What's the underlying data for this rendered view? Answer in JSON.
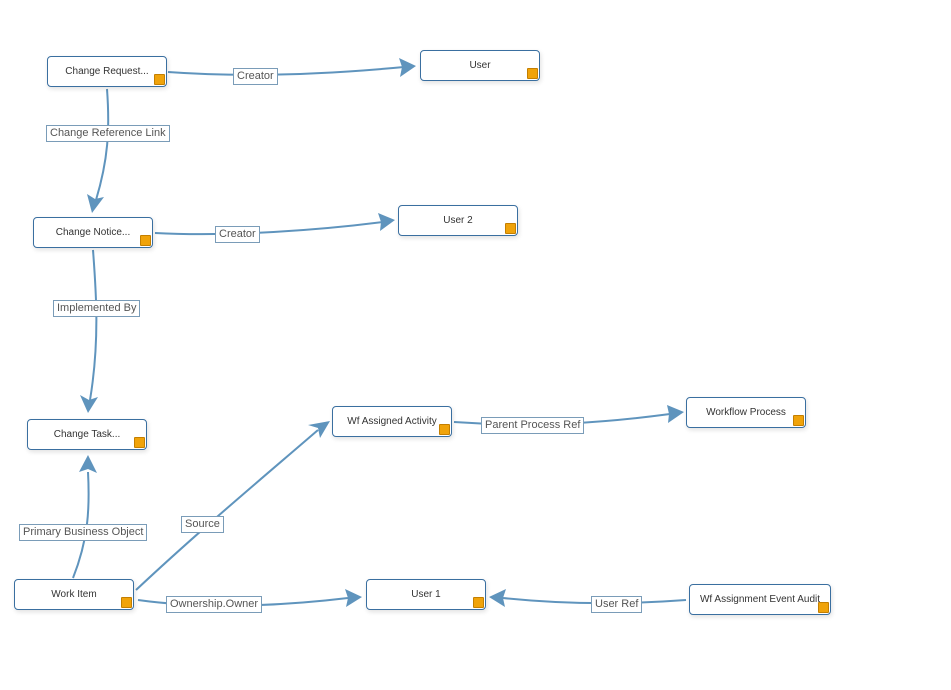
{
  "colors": {
    "edge": "#5f94bd",
    "node_border": "#3a6fa0",
    "marker": "#f0a30a"
  },
  "nodes": {
    "change_request": {
      "label": "Change Request..."
    },
    "user": {
      "label": "User"
    },
    "change_notice": {
      "label": "Change Notice..."
    },
    "user_2": {
      "label": "User 2"
    },
    "change_task": {
      "label": "Change Task..."
    },
    "wf_assigned_activity": {
      "label": "Wf Assigned Activity"
    },
    "workflow_process": {
      "label": "Workflow Process"
    },
    "work_item": {
      "label": "Work Item"
    },
    "user_1": {
      "label": "User 1"
    },
    "wf_assignment_event_audit": {
      "label": "Wf Assignment Event Audit"
    }
  },
  "edges": {
    "creator_1": {
      "label": "Creator"
    },
    "change_reference_link": {
      "label": "Change Reference Link"
    },
    "creator_2": {
      "label": "Creator"
    },
    "implemented_by": {
      "label": "Implemented By"
    },
    "parent_process_ref": {
      "label": "Parent Process Ref"
    },
    "primary_business_object": {
      "label": "Primary Business Object"
    },
    "source": {
      "label": "Source"
    },
    "ownership_owner": {
      "label": "Ownership.Owner"
    },
    "user_ref": {
      "label": "User Ref"
    }
  }
}
